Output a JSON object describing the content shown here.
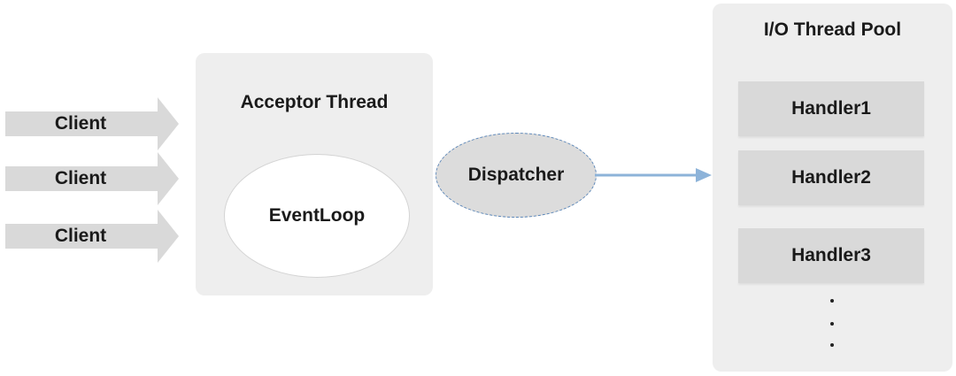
{
  "clients": [
    {
      "label": "Client"
    },
    {
      "label": "Client"
    },
    {
      "label": "Client"
    }
  ],
  "acceptor": {
    "title": "Acceptor Thread",
    "eventloop_label": "EventLoop"
  },
  "dispatcher": {
    "label": "Dispatcher"
  },
  "pool": {
    "title": "I/O Thread Pool",
    "handlers": [
      {
        "label": "Handler1"
      },
      {
        "label": "Handler2"
      },
      {
        "label": "Handler3"
      }
    ],
    "more_indicator": "⋮"
  },
  "colors": {
    "panel_bg": "#eeeeee",
    "arrow_fill": "#d9d9d9",
    "handler_bg": "#d9d9d9",
    "dispatcher_bg": "#dcdcdc",
    "dispatcher_border": "#5b86b8",
    "connector": "#8db3d9"
  }
}
